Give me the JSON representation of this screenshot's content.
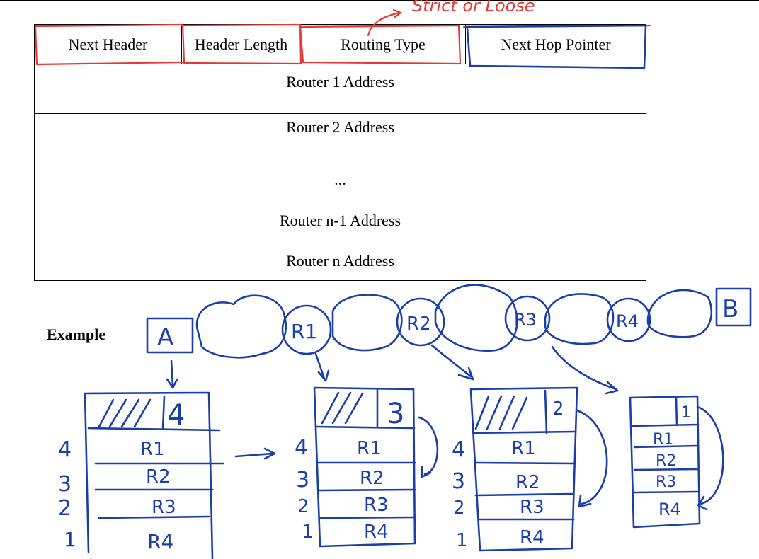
{
  "header_table": {
    "fields": [
      "Next Header",
      "Header Length",
      "Routing Type",
      "Next Hop Pointer"
    ],
    "rows": [
      "Router 1 Address",
      "Router 2 Address",
      "...",
      "Router n-1 Address",
      "Router n Address"
    ]
  },
  "annotations": {
    "strict_note": "Strict or Loose"
  },
  "example": {
    "label": "Example",
    "source": "A",
    "destination": "B",
    "routers": [
      "R1",
      "R2",
      "R3",
      "R4"
    ],
    "snapshots": [
      {
        "pointer": "4",
        "entries": [
          "R1",
          "R2",
          "R3",
          "R4"
        ],
        "indices": [
          "4",
          "3",
          "2",
          "1"
        ]
      },
      {
        "pointer": "3",
        "entries": [
          "R1",
          "R2",
          "R3",
          "R4"
        ],
        "indices": [
          "4",
          "3",
          "2",
          "1"
        ]
      },
      {
        "pointer": "2",
        "entries": [
          "R1",
          "R2",
          "R3",
          "R4"
        ],
        "indices": [
          "4",
          "3",
          "2",
          "1"
        ]
      },
      {
        "pointer": "1",
        "entries": [
          "R1",
          "R2",
          "R3",
          "R4"
        ],
        "indices": []
      }
    ]
  },
  "colors": {
    "ink_blue": "#1b3faa",
    "ink_red": "#e53935"
  }
}
